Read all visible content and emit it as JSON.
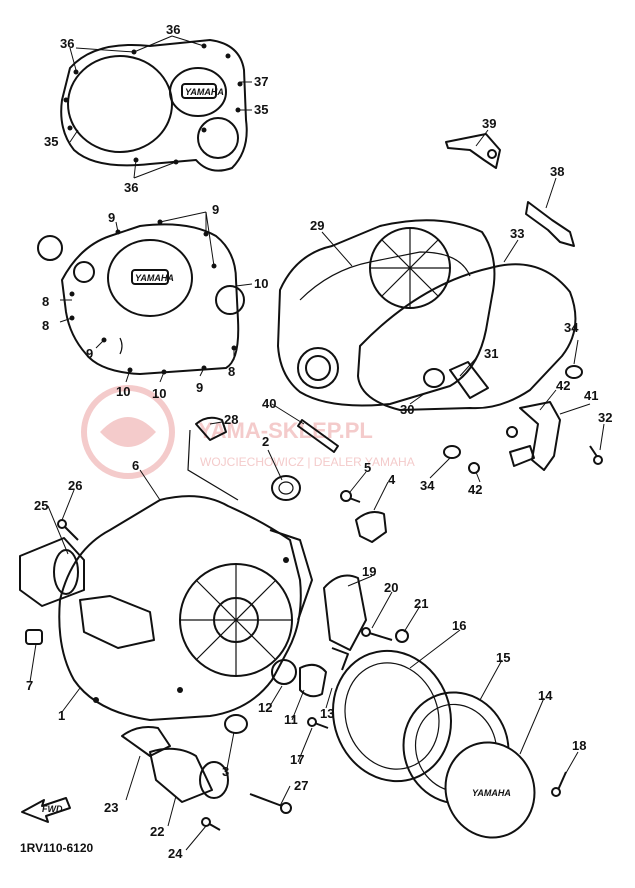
{
  "figure_code": "1RV110-6120",
  "front_arrow_label": "FWD",
  "logo_text": "YAMAHA",
  "watermark": {
    "brand": "YAMA-SKLEP.PL",
    "line": "WOJCIECHOWICZ | DEALER YAMAHA"
  },
  "colors": {
    "line": "#111111",
    "watermark": "#f3c6c6",
    "background": "#ffffff"
  },
  "callouts": {
    "p1": "1",
    "p2": "2",
    "p3": "3",
    "p4": "4",
    "p5": "5",
    "p6": "6",
    "p7": "7",
    "p8": "8",
    "p9": "9",
    "p10": "10",
    "p11": "11",
    "p12": "12",
    "p13": "13",
    "p14": "14",
    "p15": "15",
    "p16": "16",
    "p17": "17",
    "p18": "18",
    "p19": "19",
    "p20": "20",
    "p21": "21",
    "p22": "22",
    "p23": "23",
    "p24": "24",
    "p25": "25",
    "p26": "26",
    "p27": "27",
    "p28": "28",
    "p29": "29",
    "p30": "30",
    "p31": "31",
    "p32": "32",
    "p33": "33",
    "p34": "34",
    "p35": "35",
    "p36": "36",
    "p37": "37",
    "p38": "38",
    "p39": "39",
    "p40": "40",
    "p41": "41",
    "p42": "42"
  }
}
